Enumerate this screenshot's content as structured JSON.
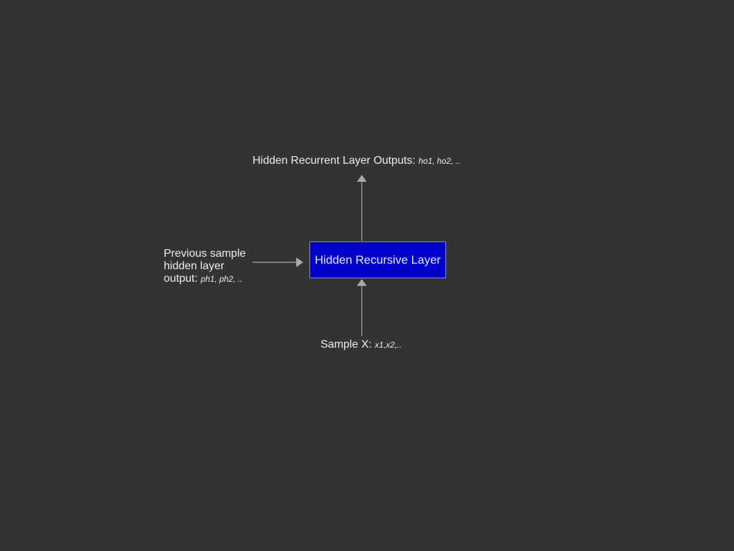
{
  "diagram": {
    "node": {
      "label": "Hidden Recursive Layer",
      "fill_color": "#0000cc"
    },
    "output": {
      "text": "Hidden Recurrent Layer Outputs: ",
      "vars": "ho1, ho2, .."
    },
    "input_sample": {
      "text": "Sample X: ",
      "vars": "x1,x2,.."
    },
    "previous": {
      "line1": "Previous sample",
      "line2": "hidden layer",
      "line3": "output: ",
      "vars": "ph1, ph2, .."
    },
    "background_color": "#333333",
    "arrow_color": "#aaaaaa"
  }
}
